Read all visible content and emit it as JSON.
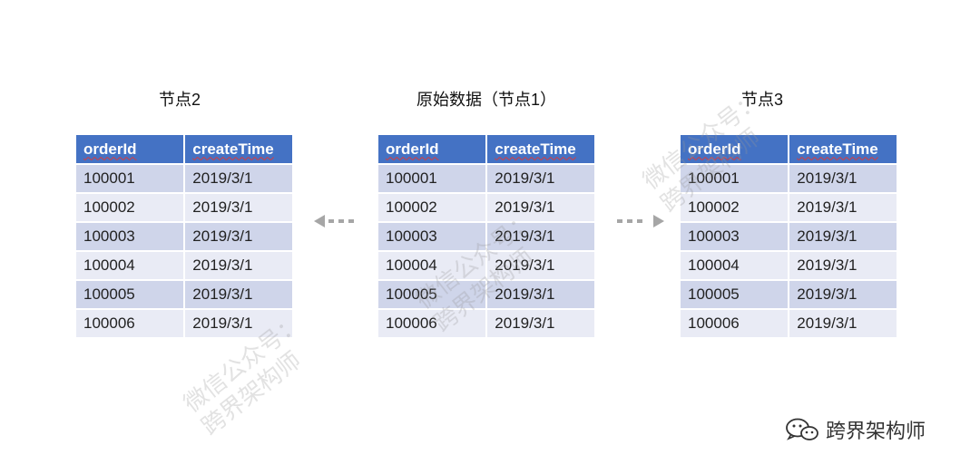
{
  "titles": {
    "left": "节点2",
    "center": "原始数据（节点1）",
    "right": "节点3"
  },
  "table": {
    "headers": [
      "orderId",
      "createTime"
    ],
    "rows": [
      [
        "100001",
        "2019/3/1"
      ],
      [
        "100002",
        "2019/3/1"
      ],
      [
        "100003",
        "2019/3/1"
      ],
      [
        "100004",
        "2019/3/1"
      ],
      [
        "100005",
        "2019/3/1"
      ],
      [
        "100006",
        "2019/3/1"
      ]
    ]
  },
  "watermark": {
    "line1": "微信公众号：",
    "line2": "跨界架构师"
  },
  "brand": {
    "name": "跨界架构师",
    "icon": "wechat-icon"
  },
  "colors": {
    "header": "#4472c4",
    "row_odd": "#cfd5ea",
    "row_even": "#e9ebf5",
    "arrow": "#a6a6a6"
  }
}
